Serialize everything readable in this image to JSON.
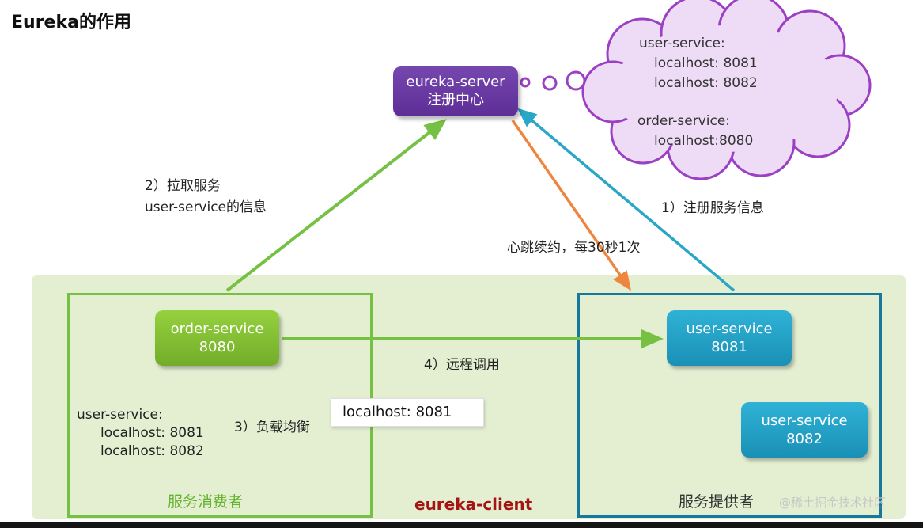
{
  "page": {
    "title": "Eureka的作用"
  },
  "registry_node": {
    "name": "eureka-server",
    "role": "注册中心"
  },
  "registry_cloud": {
    "user_service_header": "user-service:",
    "user_service_instance_1": "localhost: 8081",
    "user_service_instance_2": "localhost: 8082",
    "order_service_header": "order-service:",
    "order_service_instance_1": "localhost:8080"
  },
  "flows": {
    "register": "1）注册服务信息",
    "pull_line1": "2）拉取服务",
    "pull_line2": "user-service的信息",
    "load_balance": "3）负载均衡",
    "remote_call": "4）远程调用",
    "heartbeat": "心跳续约，每30秒1次",
    "selected_instance": "localhost: 8081"
  },
  "consumer": {
    "node_name": "order-service",
    "node_port": "8080",
    "cache_header": "user-service:",
    "cache_instance_1": "localhost: 8081",
    "cache_instance_2": "localhost: 8082",
    "group_label": "服务消费者"
  },
  "provider": {
    "instances": [
      {
        "name": "user-service",
        "port": "8081"
      },
      {
        "name": "user-service",
        "port": "8082"
      }
    ],
    "group_label": "服务提供者"
  },
  "client_group_label": "eureka-client",
  "watermark": "@稀土掘金技术社区",
  "colors": {
    "registry_purple": "#6a39a6",
    "cloud_fill": "#eedcf6",
    "cloud_stroke": "#9b3fc4",
    "green_accent": "#76c043",
    "teal_accent": "#2aa6c6",
    "orange_accent": "#ee8640",
    "panel_green": "#e4efd2",
    "client_label_red": "#a31515"
  }
}
